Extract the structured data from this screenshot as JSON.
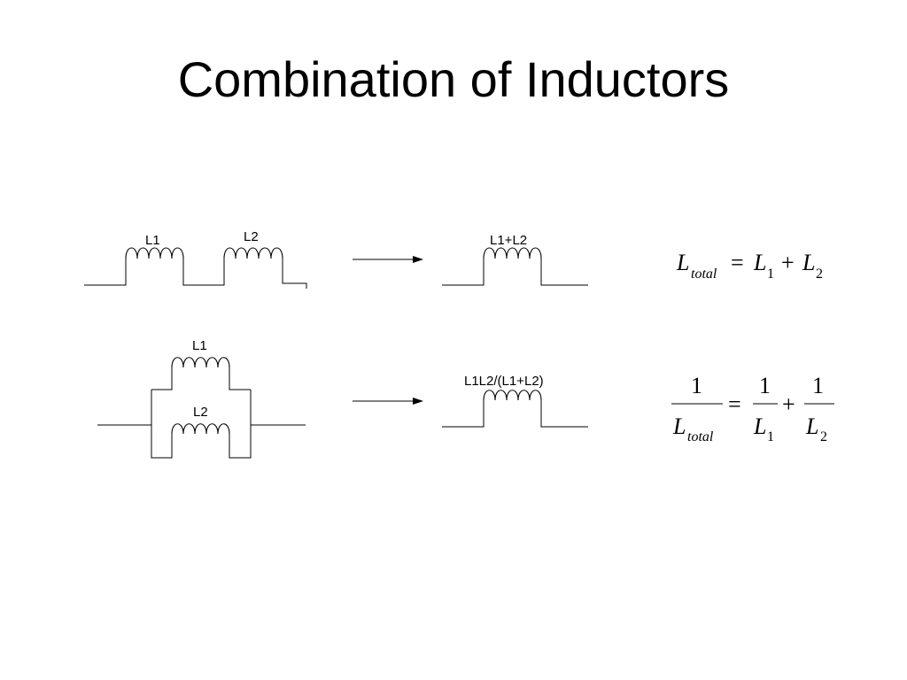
{
  "slide": {
    "title": "Combination of Inductors"
  },
  "series_circuit": {
    "label_l1": "L1",
    "label_l2": "L2",
    "result_label": "L1+L2"
  },
  "parallel_circuit": {
    "label_l1": "L1",
    "label_l2": "L2",
    "result_label": "L1L2/(L1+L2)"
  },
  "series_formula": {
    "lhs_symbol": "L",
    "lhs_subscript": "total",
    "equals": "=",
    "term1_symbol": "L",
    "term1_subscript": "1",
    "plus": "+",
    "term2_symbol": "L",
    "term2_subscript": "2"
  },
  "parallel_formula": {
    "lhs_numerator": "1",
    "lhs_symbol": "L",
    "lhs_subscript": "total",
    "equals": "=",
    "term1_numerator": "1",
    "term1_symbol": "L",
    "term1_subscript": "1",
    "plus": "+",
    "term2_numerator": "1",
    "term2_symbol": "L",
    "term2_subscript": "2"
  }
}
